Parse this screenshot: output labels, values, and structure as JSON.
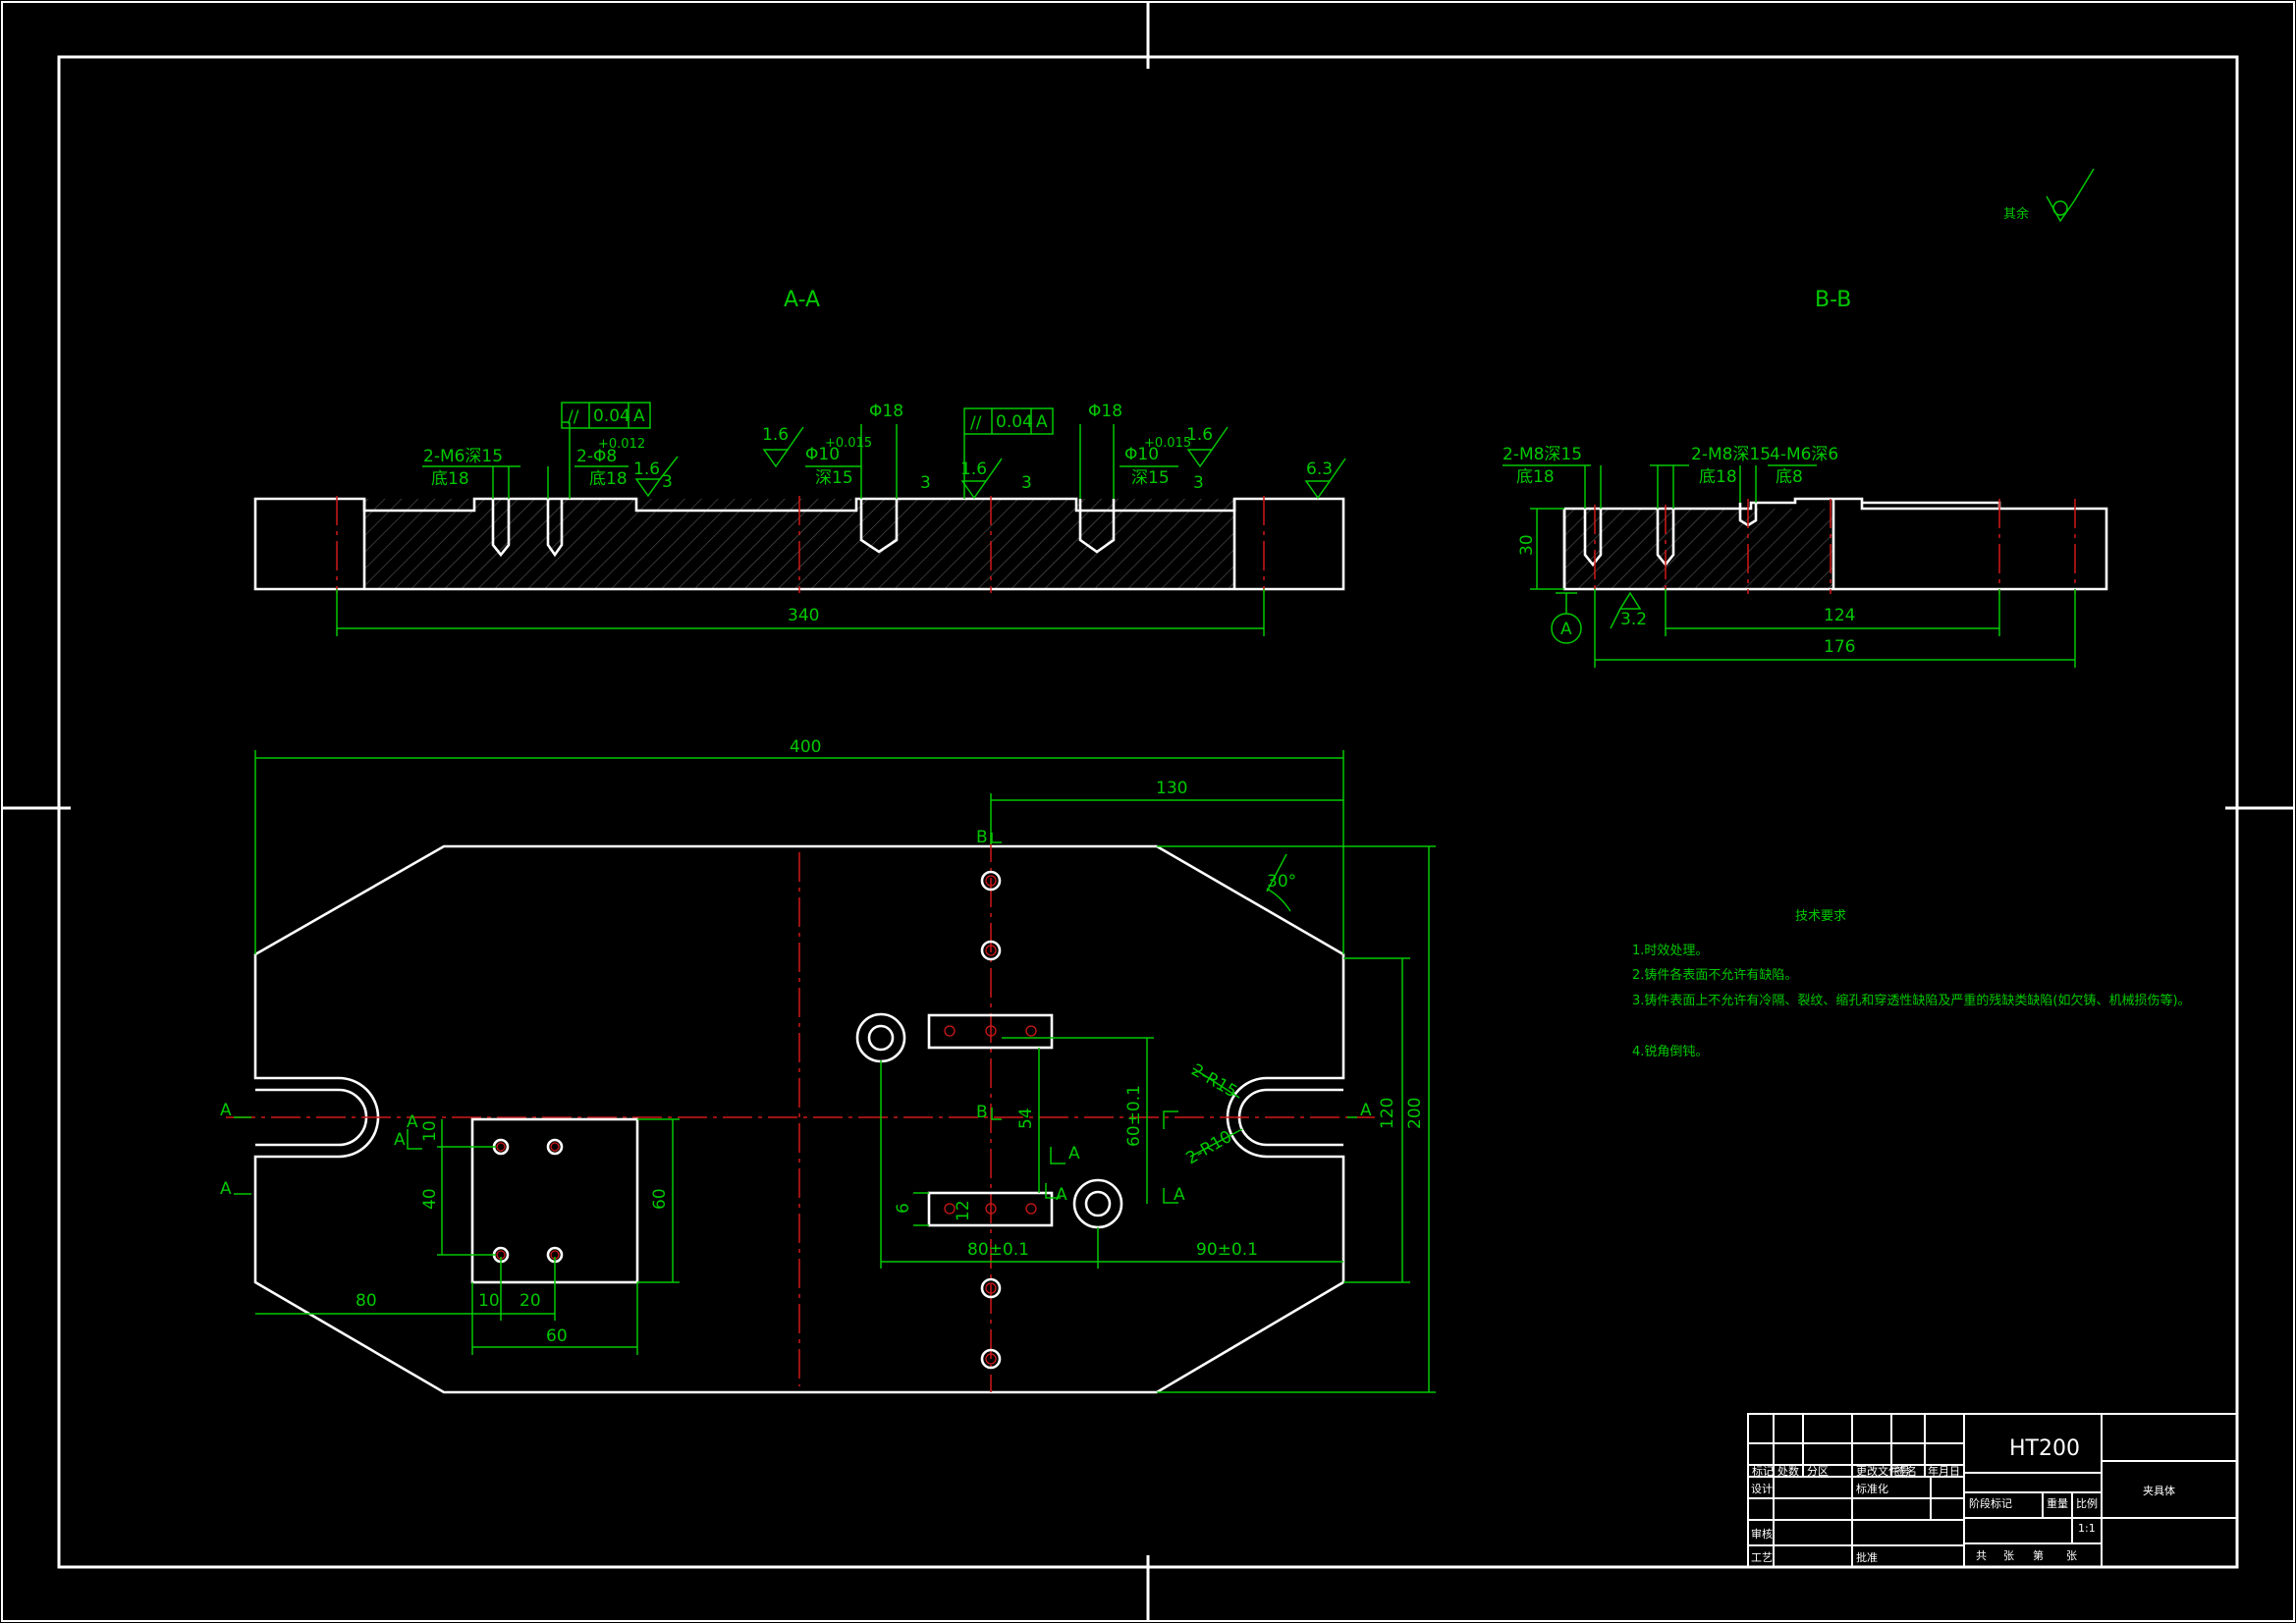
{
  "sections": {
    "aa_title": "A-A",
    "bb_title": "B-B",
    "surface_note": "其余"
  },
  "aa_view": {
    "callouts": [
      "2-M6深15",
      "底18",
      "2-Φ8",
      "底18",
      "1.6",
      "3",
      "1.6",
      "Φ18",
      "Φ10",
      "深15",
      "3",
      "1.6",
      "3",
      "Φ18",
      "Φ10",
      "深15",
      "1.6",
      "3",
      "6.3"
    ],
    "tol_frame_1": [
      "//",
      "0.04",
      "A"
    ],
    "tol_frame_2": [
      "//",
      "0.04",
      "A"
    ],
    "tol_upper": "+0.012",
    "tol_h7": "+0.015",
    "overall_dim": "340"
  },
  "bb_view": {
    "callouts": [
      "2-M8深15",
      "底18",
      "2-M8深15",
      "底18",
      "4-M6深6",
      "底8"
    ],
    "height_dim": "30",
    "rough": "3.2",
    "datum": "A",
    "dim_124": "124",
    "dim_176": "176"
  },
  "plan_view": {
    "dims": {
      "d400": "400",
      "d130": "130",
      "d30deg": "30°",
      "d200": "200",
      "d120": "120",
      "d60_1": "60±0.1",
      "d54": "54",
      "d80_1": "80±0.1",
      "d90_1": "90±0.1",
      "d12": "12",
      "d6": "6",
      "dR15": "2-R15",
      "dR10": "2-R10",
      "d10a": "10",
      "d40": "40",
      "d60v": "60",
      "d80": "80",
      "d10b": "10",
      "d20": "20",
      "d60h": "60"
    },
    "markers": {
      "A": "A",
      "B": "B"
    }
  },
  "tech_requirements": {
    "heading": "技术要求",
    "items": [
      "1.时效处理。",
      "2.铸件各表面不允许有缺陷。",
      "3.铸件表面上不允许有冷隔、裂纹、缩孔和穿透性缺陷及严重的残缺类缺陷(如欠铸、机械损伤等)。",
      "4.锐角倒钝。"
    ]
  },
  "title_block": {
    "material": "HT200",
    "part_name": "夹具体",
    "scale": "1:1",
    "row_labels": [
      "标记",
      "处数",
      "分区",
      "更改文件号",
      "签名",
      "年月日"
    ],
    "left_labels": [
      "设计",
      "审核",
      "工艺"
    ],
    "mid_labels": [
      "标准化",
      "批准"
    ],
    "stage_labels": [
      "阶段标记",
      "重量",
      "比例"
    ],
    "sheet_labels": [
      "共",
      "张",
      "第",
      "张"
    ]
  }
}
